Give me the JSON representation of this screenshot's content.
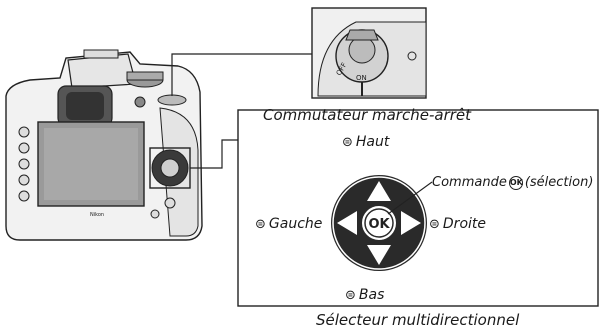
{
  "labels": {
    "power_switch": "Commutateur marche-arrêt",
    "multi_selector": "Sélecteur multidirectionnel",
    "up": "Haut",
    "down": "Bas",
    "left": "Gauche",
    "right": "Droite",
    "ok_prefix": "Commande",
    "ok_suffix": "(sélection)",
    "ok_symbol": "OK"
  },
  "switch_inset": {
    "off": "OFF",
    "on": "ON"
  },
  "camera": {
    "brand": "Nikon"
  },
  "icons": {
    "up": "circle-up-arrow-icon",
    "down": "circle-down-arrow-icon",
    "left": "circle-left-arrow-icon",
    "right": "circle-right-arrow-icon",
    "ok": "ok-button-icon"
  }
}
